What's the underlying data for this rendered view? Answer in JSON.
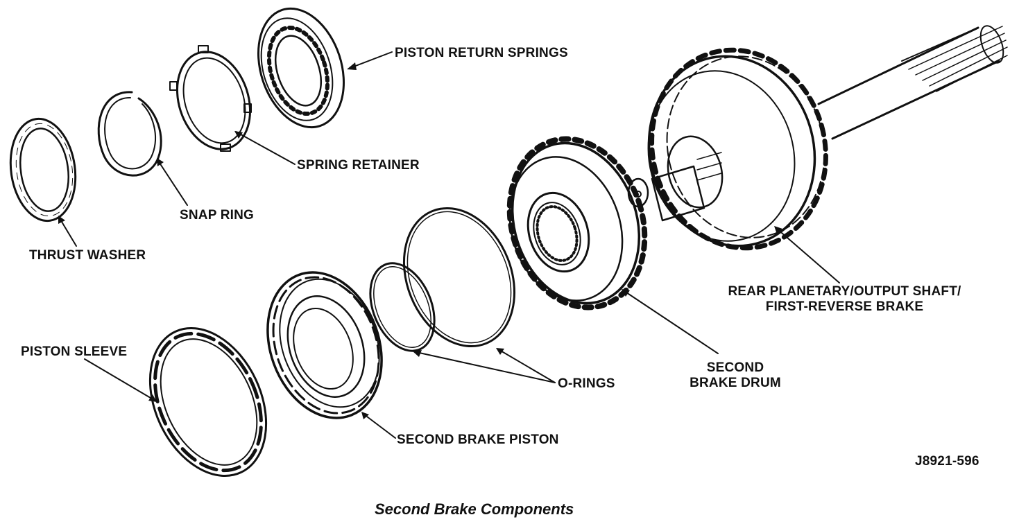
{
  "labels": {
    "piston_return_springs": "PISTON RETURN SPRINGS",
    "spring_retainer": "SPRING RETAINER",
    "snap_ring": "SNAP RING",
    "thrust_washer": "THRUST WASHER",
    "rear_planetary_line1": "REAR PLANETARY/OUTPUT SHAFT/",
    "rear_planetary_line2": "FIRST-REVERSE BRAKE",
    "second_brake_drum_line1": "SECOND",
    "second_brake_drum_line2": "BRAKE DRUM",
    "o_rings": "O-RINGS",
    "piston_sleeve": "PISTON SLEEVE",
    "second_brake_piston": "SECOND BRAKE PISTON"
  },
  "figure_code": "J8921-596",
  "caption": "Second Brake Components"
}
